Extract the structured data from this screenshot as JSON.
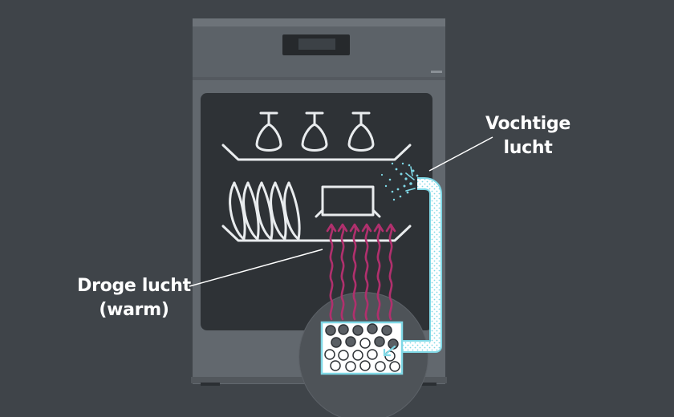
{
  "colors": {
    "background": "#3f4449",
    "machine_body": "#62686e",
    "interior": "#2e3236",
    "line": "#e9ecee",
    "heat_waves": "#b0306d",
    "moisture": "#7fd8e6"
  },
  "labels": {
    "moist_air": {
      "line1": "Vochtige",
      "line2": "lucht"
    },
    "dry_air": {
      "line1": "Droge lucht",
      "line2": "(warm)"
    }
  },
  "icons": [
    "wine-glass-icon",
    "plate-icon",
    "pot-icon",
    "heat-wave-arrow-icon",
    "desiccant-bead-icon",
    "water-droplet-icon"
  ]
}
